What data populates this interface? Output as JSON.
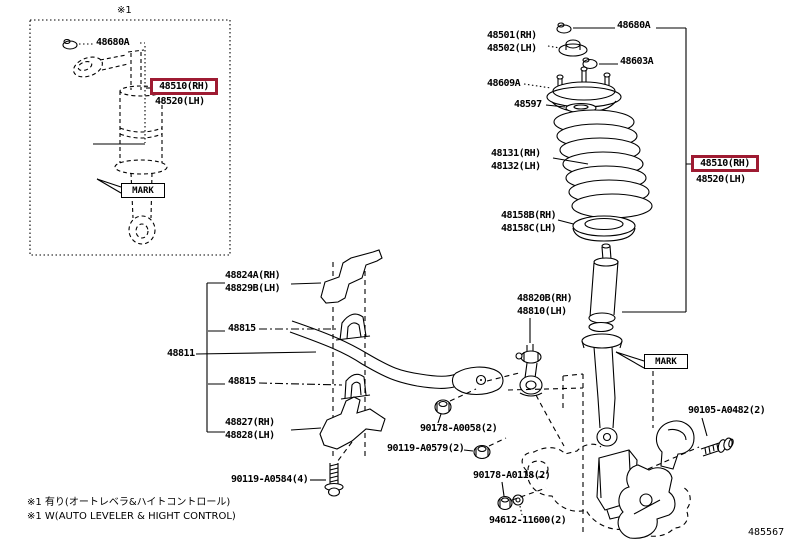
{
  "figure": {
    "doc_code": "485567",
    "highlight_color": "#9e1b32",
    "inset": {
      "marker": "※1",
      "p48680A": "48680A",
      "p48510": "48510(RH)",
      "p48520": "48520(LH)",
      "mark": "MARK"
    },
    "strut": {
      "p48501": "48501(RH)",
      "p48502": "48502(LH)",
      "p48680A": "48680A",
      "p48603A": "48603A",
      "p48609A": "48609A",
      "p48597": "48597",
      "p48131": "48131(RH)",
      "p48132": "48132(LH)",
      "p48158B": "48158B(RH)",
      "p48158C": "48158C(LH)",
      "p48510": "48510(RH)",
      "p48520": "48520(LH)",
      "mark": "MARK"
    },
    "stabilizer": {
      "p48824A": "48824A(RH)",
      "p48829B": "48829B(LH)",
      "p48815_upper": "48815",
      "p48811": "48811",
      "p48815_lower": "48815",
      "p48827": "48827(RH)",
      "p48828": "48828(LH)",
      "p48820B": "48820B(RH)",
      "p48810": "48810(LH)"
    },
    "fasteners": {
      "p90178_A0058": "90178-A0058(2)",
      "p90119_A0579": "90119-A0579(2)",
      "p90178_A0118": "90178-A0118(2)",
      "p94612_11600": "94612-11600(2)",
      "p90119_A0584": "90119-A0584(4)",
      "p90105_A0482": "90105-A0482(2)"
    },
    "footnotes": {
      "jp": "※1 有り(オートレベラ&ハイトコントロール)",
      "en": "※1 W(AUTO LEVELER & HIGHT CONTROL)"
    }
  }
}
